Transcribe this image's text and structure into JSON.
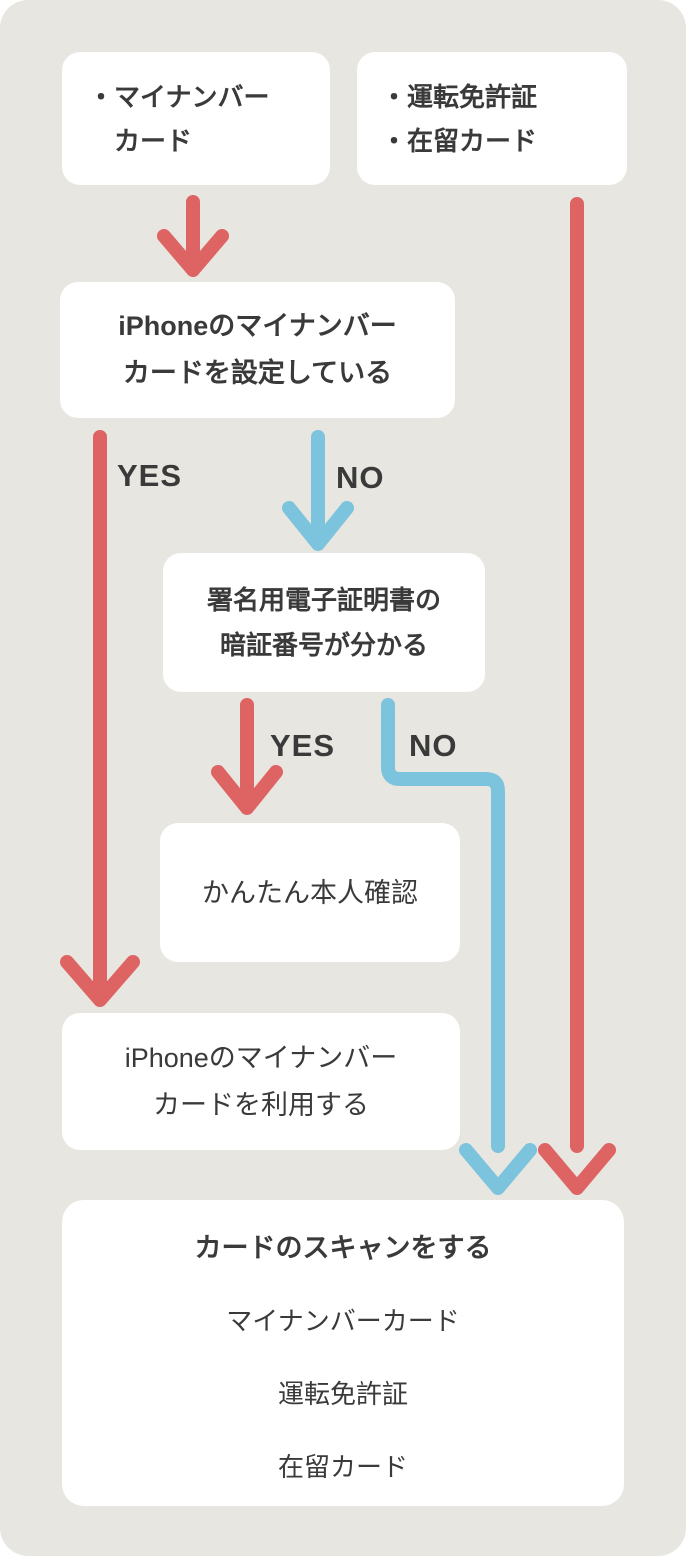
{
  "panel": {
    "description": "iPhone My Number card identity verification flowchart"
  },
  "nodes": {
    "mynumber_card": {
      "line1": "・マイナンバー",
      "line2": "　カード"
    },
    "license_cards": {
      "line1": "・運転免許証",
      "line2": "・在留カード"
    },
    "iphone_setup": {
      "line1": "iPhoneのマイナンバー",
      "line2": "カードを設定している"
    },
    "cert_pin": {
      "line1": "署名用電子証明書の",
      "line2": "暗証番号が分かる"
    },
    "easy_kyc": {
      "line1": "かんたん本人確認"
    },
    "iphone_use": {
      "line1": "iPhoneのマイナンバー",
      "line2": "カードを利用する"
    },
    "card_scan": {
      "title": "カードのスキャンをする",
      "items": [
        "マイナンバーカード",
        "運転免許証",
        "在留カード"
      ]
    }
  },
  "labels": {
    "setup_yes": "YES",
    "setup_no": "NO",
    "pin_yes": "YES",
    "pin_no": "NO"
  },
  "colors": {
    "background": "#e8e6e0",
    "node_background": "#ffffff",
    "arrow_red": "#de6363",
    "arrow_blue": "#7cc3dd",
    "text": "#3a3a3a"
  }
}
